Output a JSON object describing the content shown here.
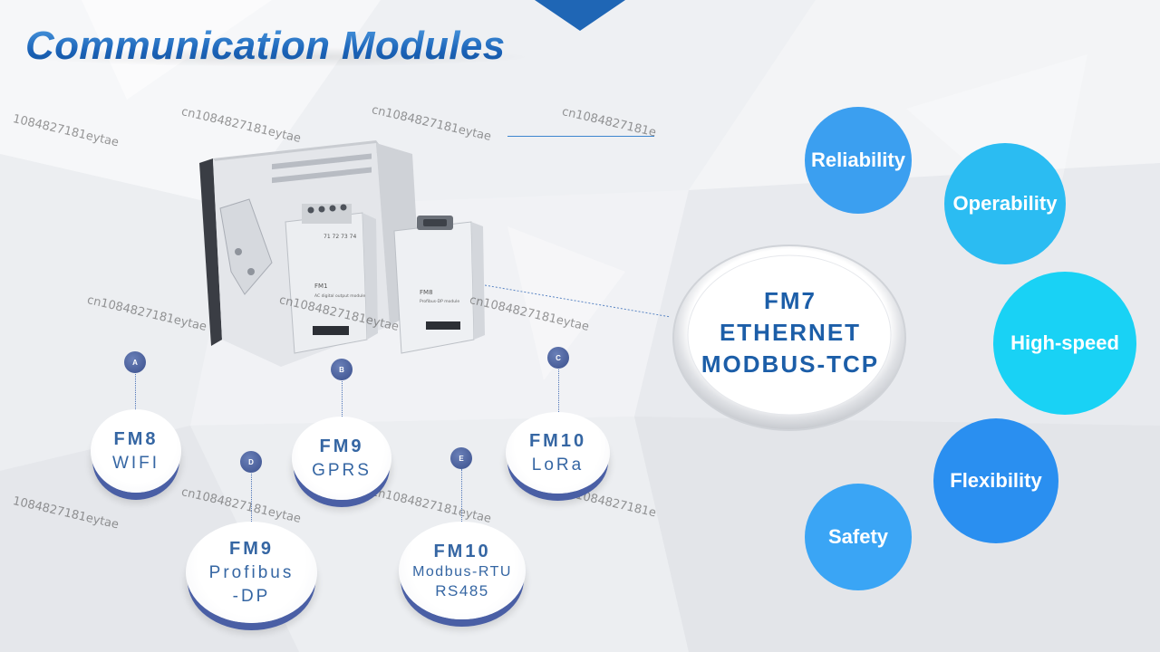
{
  "title": "Communication Modules",
  "watermark": "cn1084827181eytae",
  "watermark_partials": {
    "left": "1084827181eytae",
    "right": "cn1084827181e"
  },
  "device": {
    "module_left_label": "FM1",
    "module_left_text": "AC digital output module",
    "module_left_terminals": "71 72 73 74",
    "module_right_label": "FM8",
    "module_right_text": "Profibus-DP module"
  },
  "modules": [
    {
      "marker": "A",
      "name": "FM8",
      "sub": [
        "WIFI"
      ]
    },
    {
      "marker": "B",
      "name": "FM9",
      "sub": [
        "GPRS"
      ]
    },
    {
      "marker": "C",
      "name": "FM10",
      "sub": [
        "LoRa"
      ]
    },
    {
      "marker": "D",
      "name": "FM9",
      "sub": [
        "Profibus",
        "-DP"
      ]
    },
    {
      "marker": "E",
      "name": "FM10",
      "sub": [
        "Modbus-RTU",
        "RS485"
      ]
    }
  ],
  "center": {
    "line1": "FM7",
    "line2": "ETHERNET",
    "line3": "MODBUS-TCP"
  },
  "features": [
    {
      "label": "Reliability",
      "color": "#3b9ff0"
    },
    {
      "label": "Operability",
      "color": "#2bbcf2"
    },
    {
      "label": "High-speed",
      "color": "#19d2f5"
    },
    {
      "label": "Flexibility",
      "color": "#2a8ff0"
    },
    {
      "label": "Safety",
      "color": "#3aa5f5"
    }
  ],
  "colors": {
    "title_blue": "#1b63b8",
    "module_text": "#3566a3",
    "module_ring": "#4a5fa5",
    "center_text": "#1c5ea8"
  }
}
